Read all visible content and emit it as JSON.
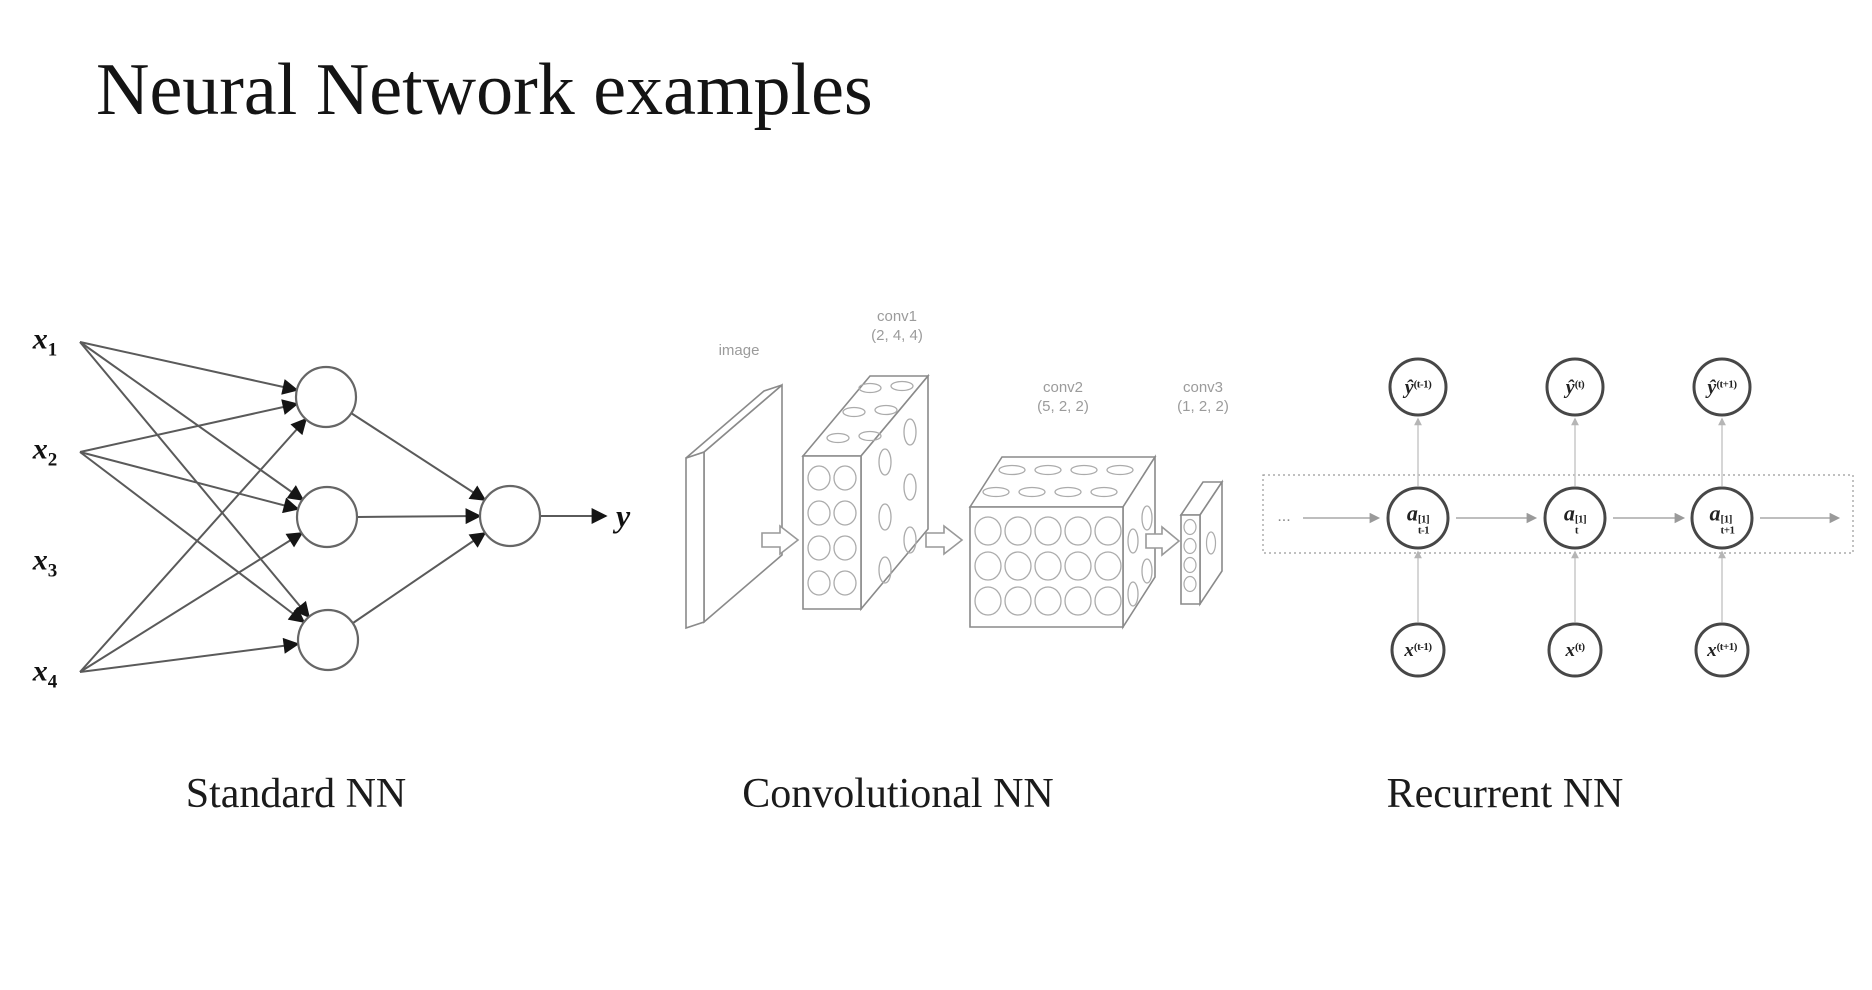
{
  "title": "Neural Network examples",
  "panels": {
    "standard": {
      "caption": "Standard NN",
      "inputs": [
        {
          "base": "x",
          "sub": "1"
        },
        {
          "base": "x",
          "sub": "2"
        },
        {
          "base": "x",
          "sub": "3"
        },
        {
          "base": "x",
          "sub": "4"
        }
      ],
      "output_label": "y"
    },
    "conv": {
      "caption": "Convolutional NN",
      "layers": [
        {
          "name": "image",
          "dims": ""
        },
        {
          "name": "conv1",
          "dims": "(2, 4, 4)"
        },
        {
          "name": "conv2",
          "dims": "(5, 2, 2)"
        },
        {
          "name": "conv3",
          "dims": "(1, 2, 2)"
        }
      ]
    },
    "recurrent": {
      "caption": "Recurrent NN",
      "ellipsis": "...",
      "columns": [
        {
          "y_base": "ŷ",
          "y_sup": "(t-1)",
          "a_base": "a",
          "a_sup": "[1]",
          "a_sub": "t-1",
          "x_base": "x",
          "x_sup": "(t-1)"
        },
        {
          "y_base": "ŷ",
          "y_sup": "(t)",
          "a_base": "a",
          "a_sup": "[1]",
          "a_sub": "t",
          "x_base": "x",
          "x_sup": "(t)"
        },
        {
          "y_base": "ŷ",
          "y_sup": "(t+1)",
          "a_base": "a",
          "a_sup": "[1]",
          "a_sub": "t+1",
          "x_base": "x",
          "x_sup": "(t+1)"
        }
      ]
    }
  }
}
